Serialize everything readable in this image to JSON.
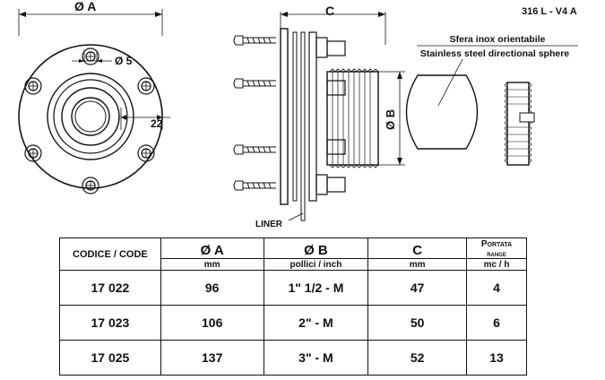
{
  "material": "316 L  -  V4  A",
  "dimensions": {
    "phi_a": "Ø A",
    "phi_5": "Ø 5",
    "dim_22": "22",
    "c": "C",
    "phi_b": "Ø B"
  },
  "labels": {
    "liner": "LINER",
    "sphere_it": "Sfera inox orientabile",
    "sphere_en": "Stainless steel directional sphere"
  },
  "table": {
    "col_code": "CODICE / CODE",
    "col_a": "Ø A",
    "col_a_unit": "mm",
    "col_b": "Ø B",
    "col_b_unit": "pollici / inch",
    "col_c": "C",
    "col_c_unit": "mm",
    "col_range_1": "Portata",
    "col_range_2": "range",
    "col_range_unit": "mc / h",
    "rows": [
      {
        "code": "17 022",
        "a": "96",
        "b": "1\" 1/2 - M",
        "c": "47",
        "range": "4"
      },
      {
        "code": "17 023",
        "a": "106",
        "b": "2\" - M",
        "c": "50",
        "range": "6"
      },
      {
        "code": "17 025",
        "a": "137",
        "b": "3\" - M",
        "c": "52",
        "range": "13"
      }
    ]
  }
}
